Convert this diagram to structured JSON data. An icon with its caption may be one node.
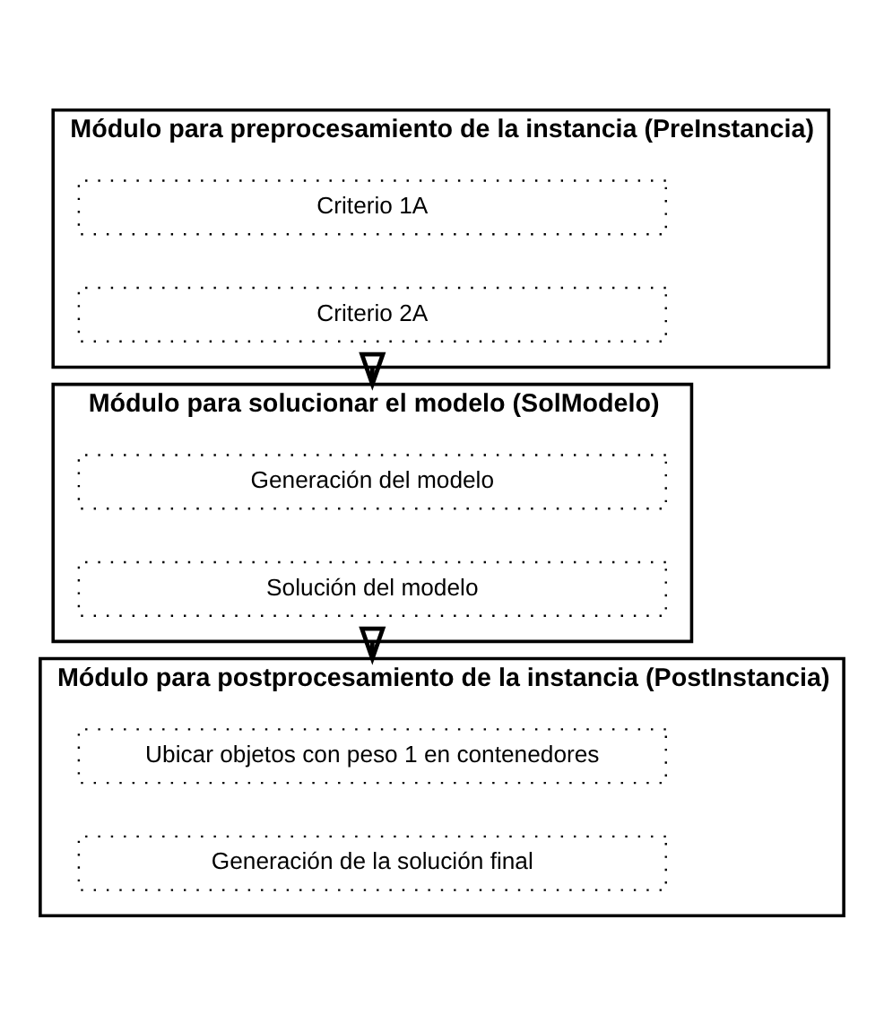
{
  "diagram": {
    "nodes": [
      {
        "text": [
          "Módulo para preprocesamiento de la instancia (PreInstancia)"
        ]
      },
      {
        "text": [
          "Criterio 1A"
        ],
        "in": 0
      },
      {
        "text": [
          "Criterio 2A"
        ],
        "in": 0
      },
      {
        "text": [
          "Módulo para solucionar el modelo (SolModelo)"
        ]
      },
      {
        "text": [
          "Generación del modelo"
        ],
        "in": 3
      },
      {
        "text": [
          "Solución del modelo"
        ],
        "in": 3
      },
      {
        "text": [
          "Módulo para postprocesamiento de la instancia (PostInstancia)"
        ]
      },
      {
        "text": [
          "Ubicar objetos con peso 1 en contenedores"
        ],
        "in": 6
      },
      {
        "text": [
          "Generación de la solución final"
        ],
        "in": 6
      }
    ],
    "edges": [
      {
        "from": 0,
        "to": 3,
        "arrow": "to"
      },
      {
        "from": 3,
        "to": 6,
        "arrow": "to"
      }
    ]
  }
}
